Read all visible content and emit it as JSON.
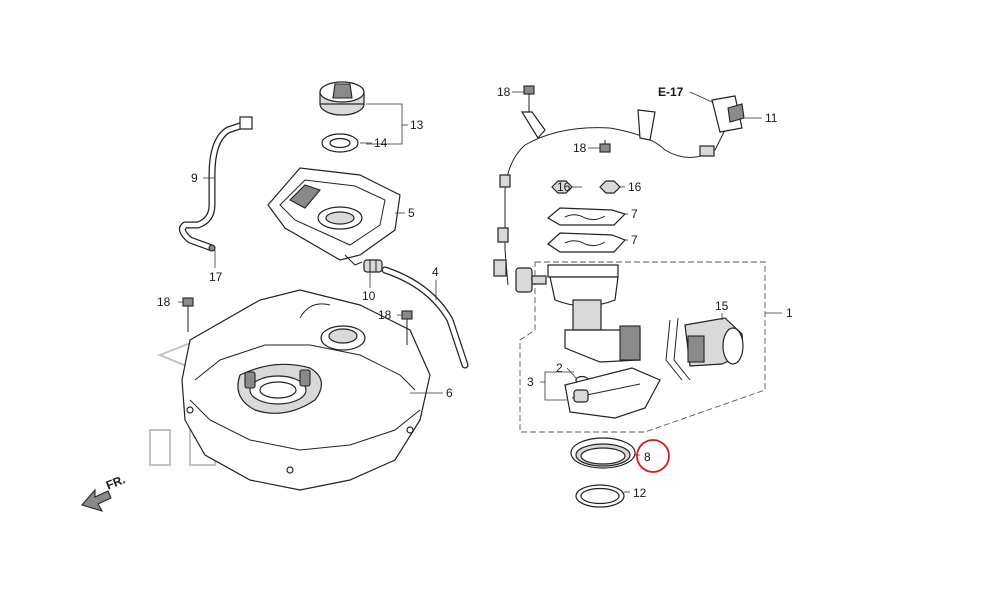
{
  "labels": {
    "p1": "1",
    "p2": "2",
    "p3": "3",
    "p4": "4",
    "p5": "5",
    "p6": "6",
    "p7a": "7",
    "p7b": "7",
    "p8": "8",
    "p9": "9",
    "p10": "10",
    "p11": "11",
    "p12": "12",
    "p13": "13",
    "p14": "14",
    "p15": "15",
    "p16a": "16",
    "p16b": "16",
    "p17": "17",
    "p18a": "18",
    "p18b": "18",
    "p18c": "18",
    "p18d": "18",
    "ref": "E-17",
    "front": "FR."
  },
  "colors": {
    "highlight": "#e0191f",
    "ink": "#222222"
  },
  "highlighted_part": "8"
}
